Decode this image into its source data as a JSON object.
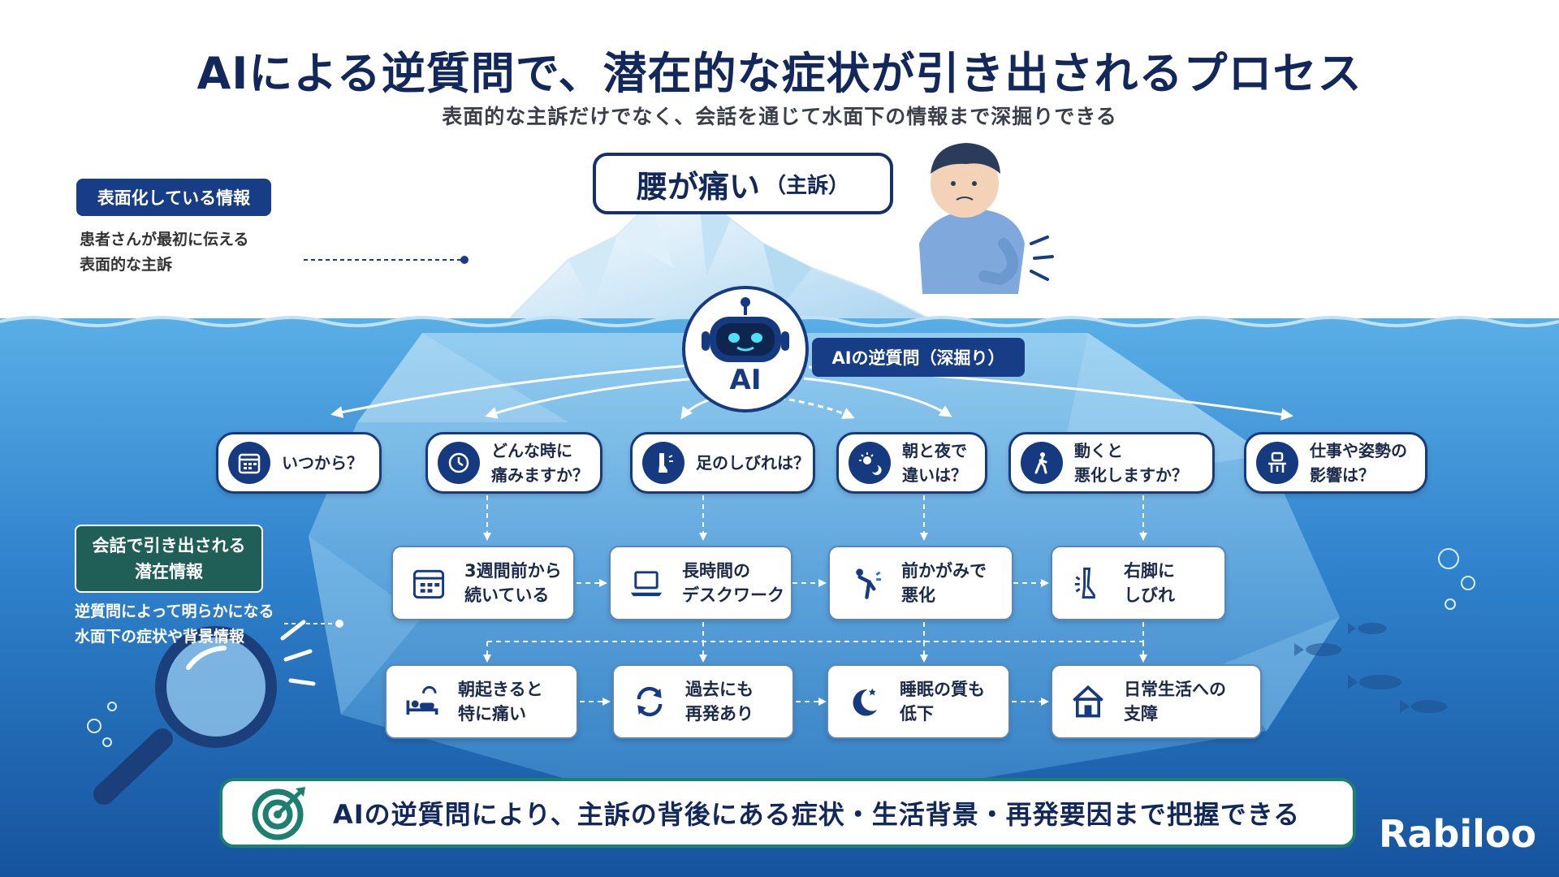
{
  "title": "AIによる逆質問で、潜在的な症状が引き出されるプロセス",
  "subtitle": "表面的な主訴だけでなく、会話を通じて水面下の情報まで深掘りできる",
  "bubble": {
    "main": "腰が痛い",
    "sub": "（主訴）"
  },
  "surface": {
    "tag": "表面化している情報",
    "desc_1": "患者さんが最初に伝える",
    "desc_2": "表面的な主訴"
  },
  "ai": {
    "robot_text": "AI",
    "label": "AIの逆質問（深掘り）"
  },
  "questions": [
    {
      "line1": "いつから？",
      "line2": "",
      "icon": "calendar-icon"
    },
    {
      "line1": "どんな時に",
      "line2": "痛みますか？",
      "icon": "clock-icon"
    },
    {
      "line1": "足のしびれは？",
      "line2": "",
      "icon": "leg-icon"
    },
    {
      "line1": "朝と夜で",
      "line2": "違いは？",
      "icon": "sun-moon-icon"
    },
    {
      "line1": "動くと",
      "line2": "悪化しますか？",
      "icon": "walking-person-icon"
    },
    {
      "line1": "仕事や姿勢の",
      "line2": "影響は？",
      "icon": "desk-chair-icon"
    }
  ],
  "latent": {
    "tag_1": "会話で引き出される",
    "tag_2": "潜在情報",
    "desc_1": "逆質問によって明らかになる",
    "desc_2": "水面下の症状や背景情報"
  },
  "findings_row1": [
    {
      "line1": "3週間前から",
      "line2": "続いている",
      "icon": "calendar-icon"
    },
    {
      "line1": "長時間の",
      "line2": "デスクワーク",
      "icon": "laptop-icon"
    },
    {
      "line1": "前かがみで",
      "line2": "悪化",
      "icon": "bending-person-icon"
    },
    {
      "line1": "右脚に",
      "line2": "しびれ",
      "icon": "numb-leg-icon"
    }
  ],
  "findings_row2": [
    {
      "line1": "朝起きると",
      "line2": "特に痛い",
      "icon": "waking-up-icon"
    },
    {
      "line1": "過去にも",
      "line2": "再発あり",
      "icon": "recurrence-icon"
    },
    {
      "line1": "睡眠の質も",
      "line2": "低下",
      "icon": "moon-stars-icon"
    },
    {
      "line1": "日常生活への",
      "line2": "支障",
      "icon": "house-icon"
    }
  ],
  "summary": "AIの逆質問により、主訴の背後にある症状・生活背景・再発要因まで把握できる",
  "logo": "Rabiloo",
  "colors": {
    "navy": "#163a80",
    "green": "#1f5f58",
    "ocean": "#2a78c4",
    "summary_border": "#1c7f6f"
  }
}
